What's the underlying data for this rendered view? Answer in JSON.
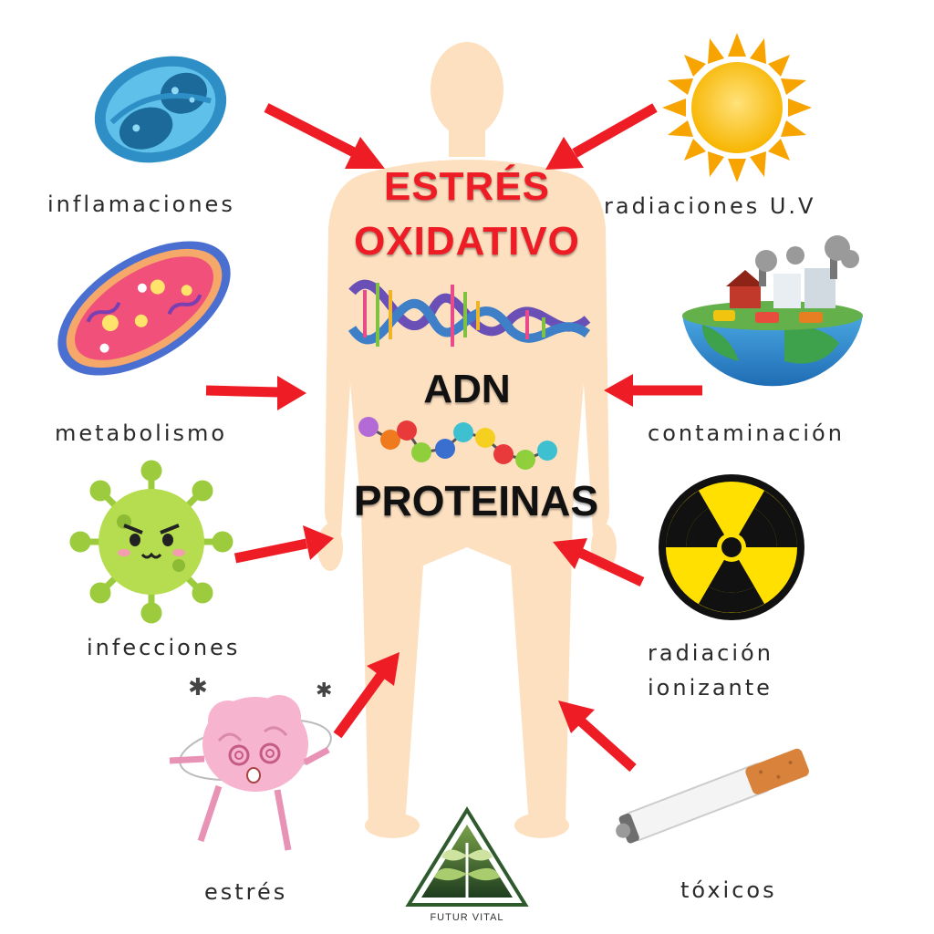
{
  "title": {
    "line1": "ESTRÉS",
    "line2": "OXIDATIVO"
  },
  "center_labels": {
    "dna": "ADN",
    "proteins": "PROTEINAS"
  },
  "causes": {
    "inflammation": "inflamaciones",
    "uv": "radiaciones U.V",
    "metabolism": "metabolismo",
    "pollution": "contaminación",
    "infections": "infecciones",
    "ionizing_line1": "radiación",
    "ionizing_line2": "ionizante",
    "stress": "estrés",
    "toxics": "tóxicos"
  },
  "brand": {
    "name": "FUTUR VITAL"
  },
  "colors": {
    "arrow": "#ee1c25",
    "title": "#ee1c25",
    "body_silhouette": "#fde0c0",
    "text": "#2a2a2a"
  },
  "icons": {
    "inflammation": "mitochondria-icon",
    "uv": "sun-icon",
    "metabolism": "bacterium-cell-icon",
    "pollution": "polluted-earth-icon",
    "infections": "virus-icon",
    "ionizing": "radiation-icon",
    "stress": "dizzy-brain-icon",
    "toxics": "cigarette-icon",
    "dna": "dna-helix-icon",
    "proteins": "amino-acid-chain-icon",
    "brand": "leaf-triangle-logo-icon"
  }
}
